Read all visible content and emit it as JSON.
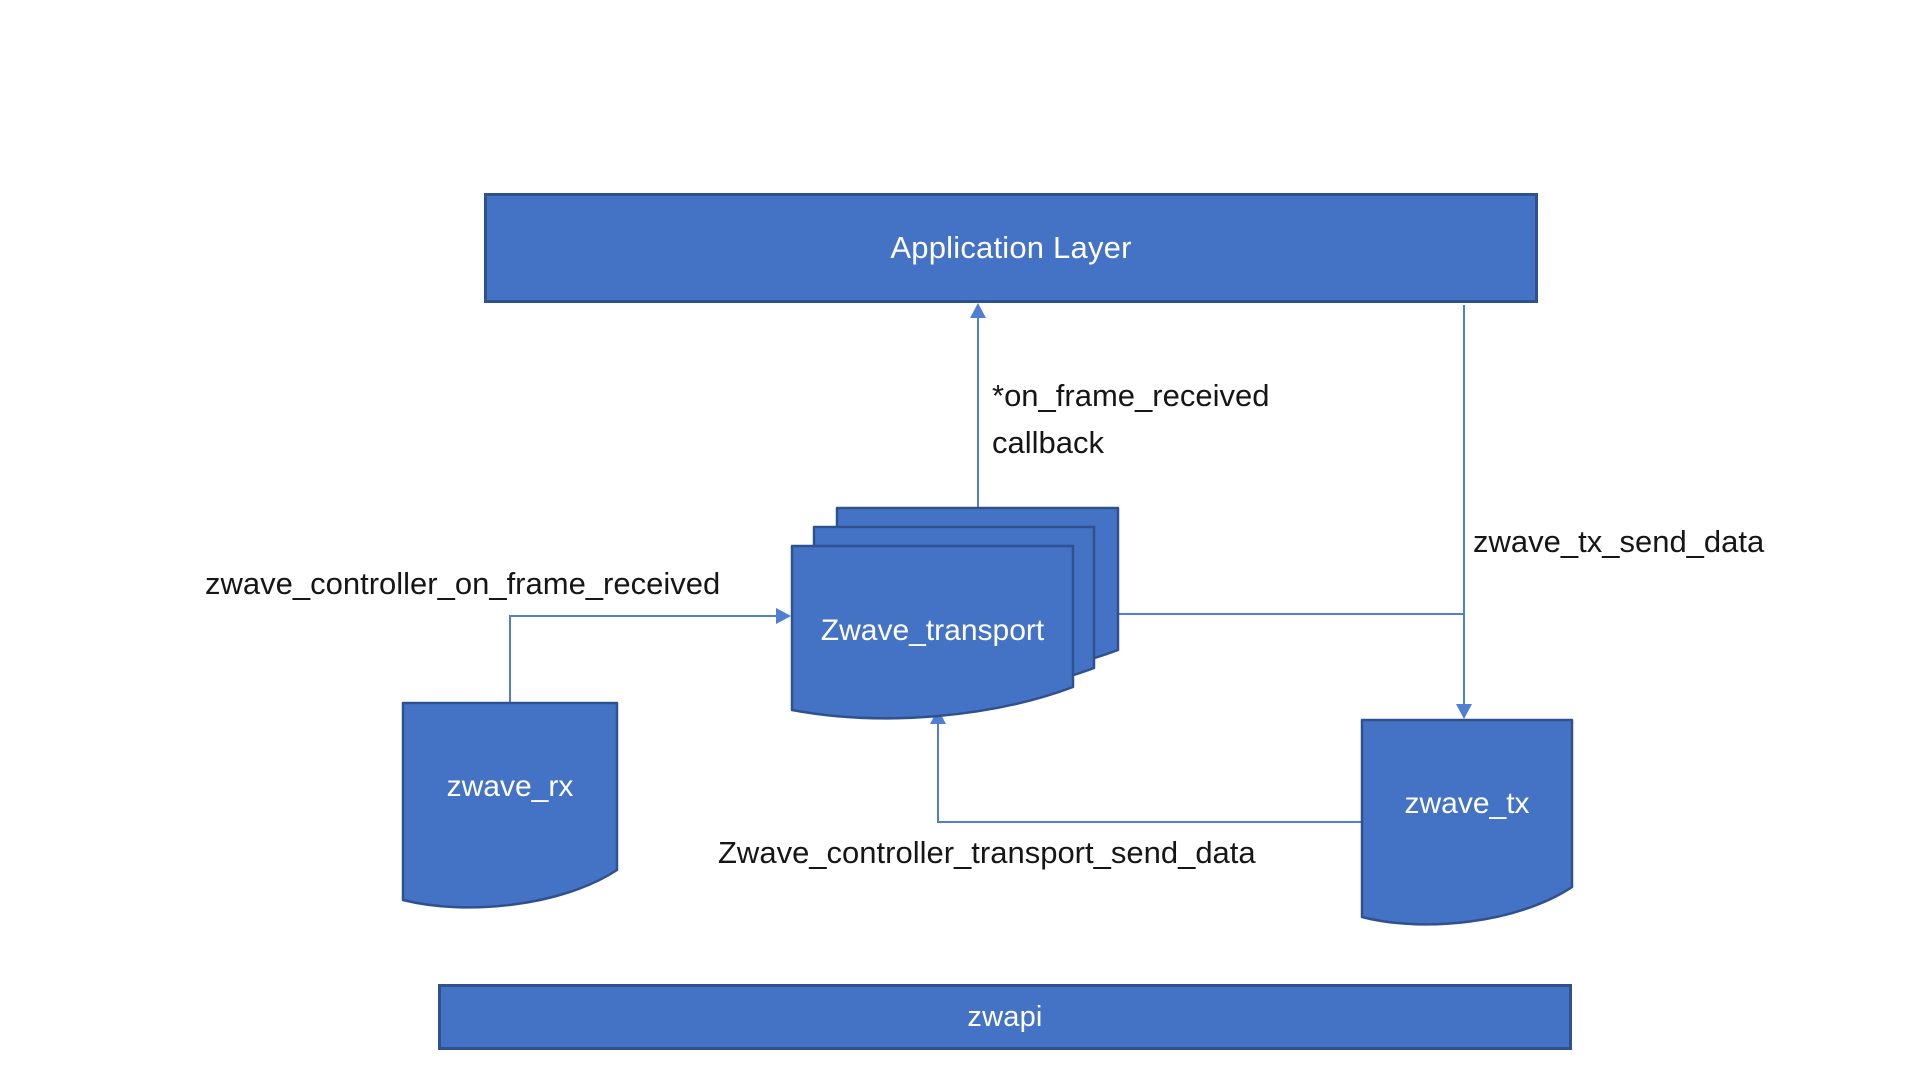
{
  "diagram": {
    "title": "Z-Wave transport architecture diagram",
    "colors": {
      "shape_fill": "#4472C4",
      "shape_border": "#2F528F",
      "connector": "#4F7ED2",
      "shape_text": "#ffffff",
      "label_text": "#161616",
      "background": "#ffffff"
    },
    "nodes": {
      "application_layer": {
        "label": "Application Layer",
        "shape": "rectangle"
      },
      "zwave_transport": {
        "label": "Zwave_transport",
        "shape": "stacked-documents"
      },
      "zwave_rx": {
        "label": "zwave_rx",
        "shape": "document"
      },
      "zwave_tx": {
        "label": "zwave_tx",
        "shape": "document"
      },
      "zwapi": {
        "label": "zwapi",
        "shape": "rectangle"
      }
    },
    "edges": [
      {
        "id": "rx-to-transport",
        "from": "zwave_rx",
        "to": "zwave_transport",
        "label": "zwave_controller_on_frame_received"
      },
      {
        "id": "transport-to-app",
        "from": "zwave_transport",
        "to": "application_layer",
        "lines": [
          "*on_frame_received",
          "callback"
        ]
      },
      {
        "id": "app-to-tx",
        "from": "application_layer",
        "to": "zwave_tx",
        "label": "zwave_tx_send_data"
      },
      {
        "id": "tx-to-transport",
        "from": "zwave_tx",
        "to": "zwave_transport",
        "label": "Zwave_controller_transport_send_data"
      }
    ]
  }
}
